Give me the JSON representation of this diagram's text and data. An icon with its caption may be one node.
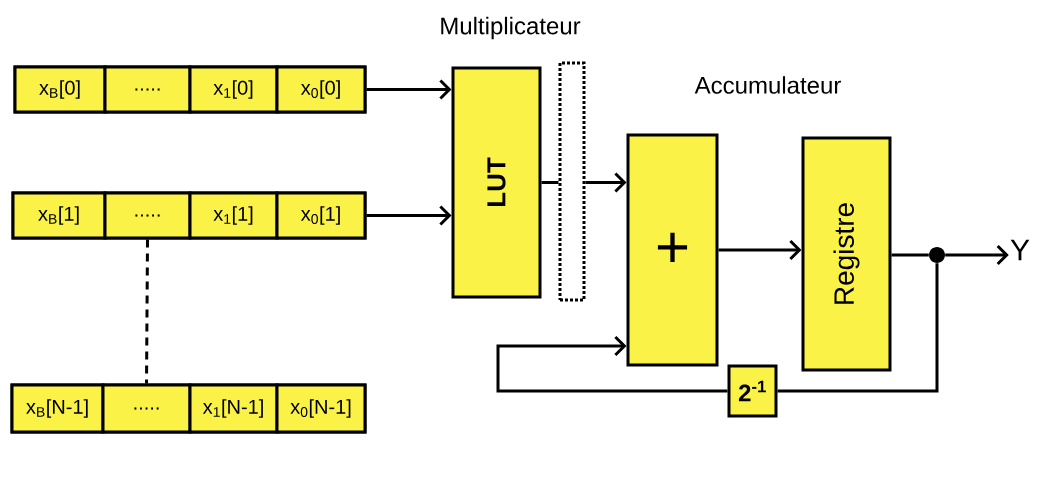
{
  "diagram": {
    "nodes": [
      {
        "text": [],
        "shape": "box"
      },
      {
        "text": [
          "x$_{B}$[0]"
        ],
        "in": 0
      },
      {
        "text": [
          "....."
        ],
        "in": 0
      },
      {
        "text": [
          "x$_{1}$[0]"
        ],
        "in": 0
      },
      {
        "text": [
          "x$_{0}$[0]"
        ],
        "in": 0
      },
      {
        "text": [],
        "shape": "box"
      },
      {
        "text": [
          "x$_{B}$[1]"
        ],
        "in": 5
      },
      {
        "text": [
          "....."
        ],
        "in": 5
      },
      {
        "text": [
          "x$_{1}$[1]"
        ],
        "in": 5
      },
      {
        "text": [
          "x$_{0}$[1]"
        ],
        "in": 5
      },
      {
        "text": [],
        "shape": "box"
      },
      {
        "text": [
          "x$_{B}$[N-1]"
        ],
        "in": 10
      },
      {
        "text": [
          "....."
        ],
        "in": 10
      },
      {
        "text": [
          "x$_{1}$[N-1]"
        ],
        "in": 10
      },
      {
        "text": [
          "x$_{0}$[N-1]"
        ],
        "in": 10
      },
      {
        "text": [
          "LUT"
        ]
      },
      {
        "text": [],
        "shape": "box"
      },
      {
        "text": [
          "+"
        ]
      },
      {
        "text": [
          "Registre"
        ]
      },
      {
        "text": [],
        "shape": "circle"
      },
      {
        "text": [
          "Y"
        ]
      },
      {
        "text": [
          "2$^{-1}$"
        ]
      }
    ],
    "edges": [
      {
        "from": 0,
        "to": 15,
        "arrow": "to"
      },
      {
        "from": 5,
        "to": 15,
        "arrow": "to"
      },
      {
        "from": 7,
        "to": 12,
        "arrow": "none",
        "style": "dashed"
      },
      {
        "from": 15,
        "to": 16,
        "arrow": "none"
      },
      {
        "from": 16,
        "to": 17,
        "arrow": "to"
      },
      {
        "from": 17,
        "to": 18,
        "arrow": "to"
      },
      {
        "from": 18,
        "to": 19,
        "arrow": "none"
      },
      {
        "from": 19,
        "to": 20,
        "arrow": "to"
      },
      {
        "from": 19,
        "to": 21,
        "arrow": "none"
      },
      {
        "from": 21,
        "to": 17,
        "arrow": "to"
      }
    ],
    "labels": [
      "Multiplicateur",
      "Accumulateur"
    ]
  }
}
